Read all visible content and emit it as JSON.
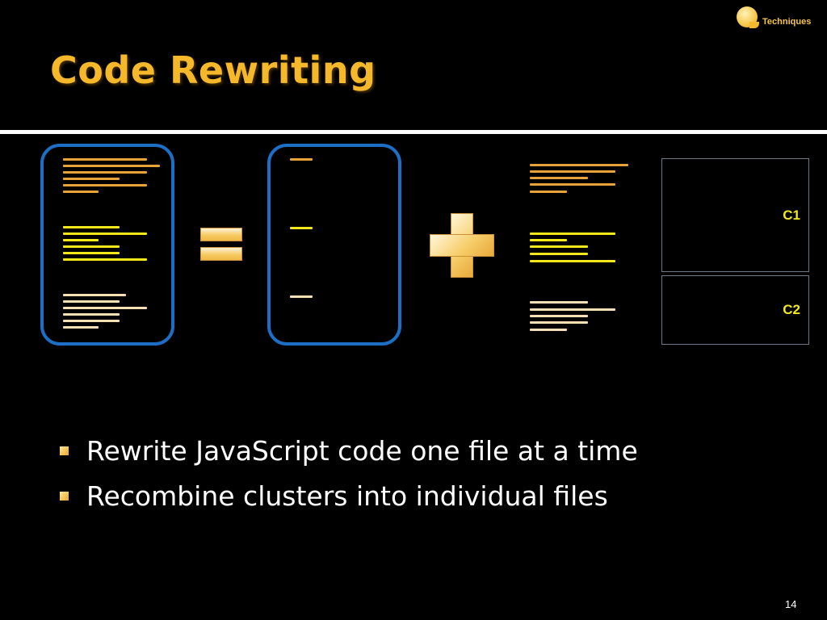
{
  "header": {
    "section_label": "Techniques",
    "title": "Code Rewriting"
  },
  "diagram": {
    "clusters": [
      {
        "label": "C1",
        "color": "#f2e81c"
      },
      {
        "label": "C2",
        "color": "#f2e81c"
      }
    ],
    "colors": {
      "box_border": "#1d6fc6",
      "orange_code": "#e8a23a",
      "yellow_code": "#f2e81c",
      "cream_code": "#f7e0b6"
    },
    "operators": [
      "equals-icon",
      "plus-icon"
    ]
  },
  "bullets": [
    {
      "text": "Rewrite JavaScript code one file at a time"
    },
    {
      "text": "Recombine clusters into individual files"
    }
  ],
  "page_number": "14"
}
